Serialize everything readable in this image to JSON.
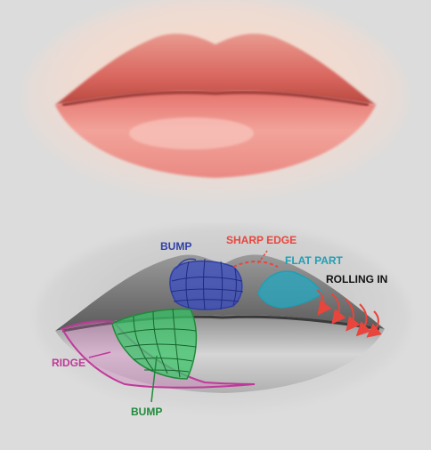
{
  "annotations": {
    "bump_upper": "BUMP",
    "sharp_edge": "SHARP EDGE",
    "flat_part": "FLAT PART",
    "rolling_in": "ROLLING IN",
    "ridge": "RIDGE",
    "bump_lower": "BUMP"
  },
  "colors": {
    "bump_upper": "#2f3fa6",
    "sharp_edge": "#e8453c",
    "flat_part": "#1f9fb4",
    "rolling_in": "#111111",
    "ridge": "#c0399a",
    "bump_lower": "#1f8a3a",
    "lip_photo": "#e8857f",
    "background": "#dcdcdc"
  }
}
